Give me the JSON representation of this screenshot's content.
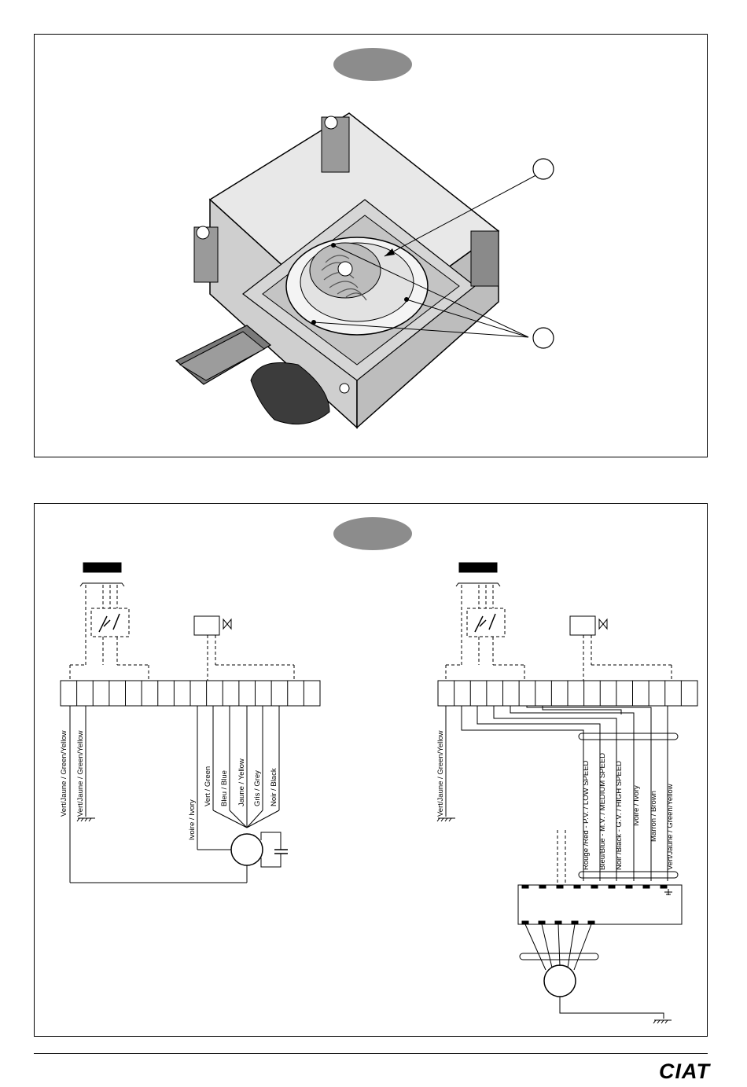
{
  "brand": {
    "logo_text": "CIAT"
  },
  "top_figure": {
    "callouts": [
      "",
      ""
    ]
  },
  "left_diagram": {
    "ground_labels": [
      "Vert/Jaune / Green/Yellow",
      "Vert/Jaune / Green/Yellow"
    ],
    "motor_wires": [
      "Ivoire / Ivory",
      "Vert / Green",
      "Bleu / Blue",
      "Jaune / Yellow",
      "Gris / Grey",
      "Noir / Black"
    ]
  },
  "right_diagram": {
    "ground_label": "Vert/Jaune / Green/Yellow",
    "speed_wires": [
      "Rouge /Red - P.V. / LOW SPEED",
      "Bleu/Blue - M.V. / MEDIUM SPEED",
      "Noir /Black - G.V. / HIGH SPEED",
      "Ivoire / Ivory",
      "Marron / Brown",
      "Vert/Jaune / Green/Yellow"
    ]
  },
  "colors": {
    "oval_fill": "#8c8c8c",
    "line": "#000000"
  }
}
